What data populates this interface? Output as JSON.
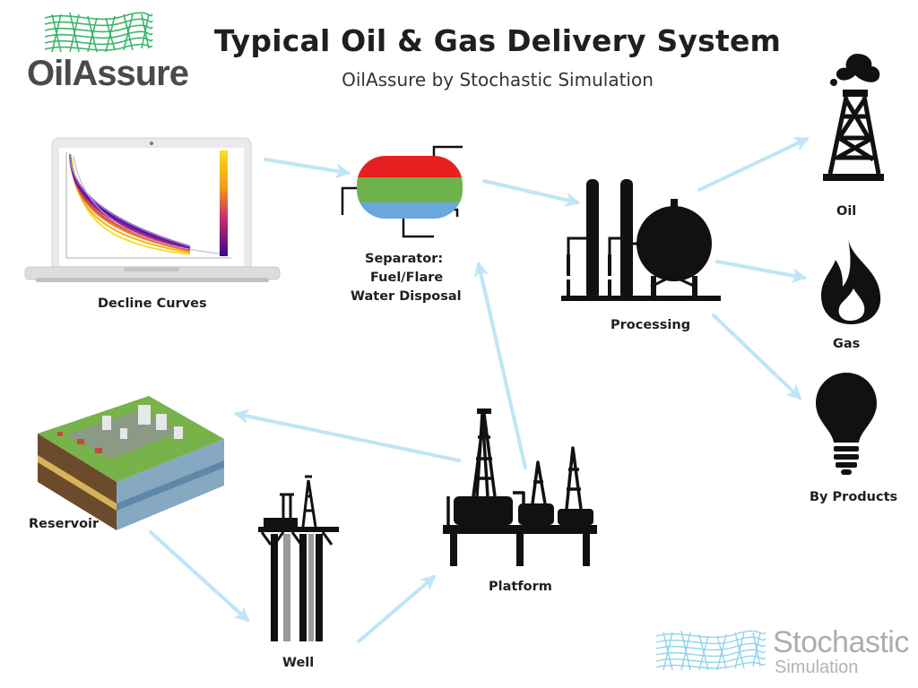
{
  "header": {
    "title": "Typical Oil & Gas Delivery System",
    "subtitle": "OilAssure by Stochastic Simulation"
  },
  "logo": {
    "text": "OilAssure",
    "icon": "mesh-logo-icon",
    "color": "#3bb56b"
  },
  "nodes": {
    "decline_curves": "Decline Curves",
    "separator_line1": "Separator:",
    "separator_line2": "Fuel/Flare",
    "separator_line3": "Water Disposal",
    "processing": "Processing",
    "oil": "Oil",
    "gas": "Gas",
    "by_products": "By Products",
    "reservoir": "Reservoir",
    "well": "Well",
    "platform": "Platform"
  },
  "footer_logo": {
    "line1": "Stochastic",
    "line2": "Simulation",
    "icon": "mesh-logo-icon",
    "color": "#8fd3ea"
  },
  "colors": {
    "arrow": "#bfe5f7",
    "separator_top": "#e62020",
    "separator_middle": "#6fb24c",
    "separator_bottom": "#6aa8dc",
    "icon": "#111111"
  },
  "icons": [
    "laptop-decline-chart-icon",
    "separator-tank-icon",
    "processing-plant-icon",
    "oil-derrick-icon",
    "flame-icon",
    "lightbulb-icon",
    "reservoir-block-icon",
    "well-icon",
    "platform-icon"
  ]
}
